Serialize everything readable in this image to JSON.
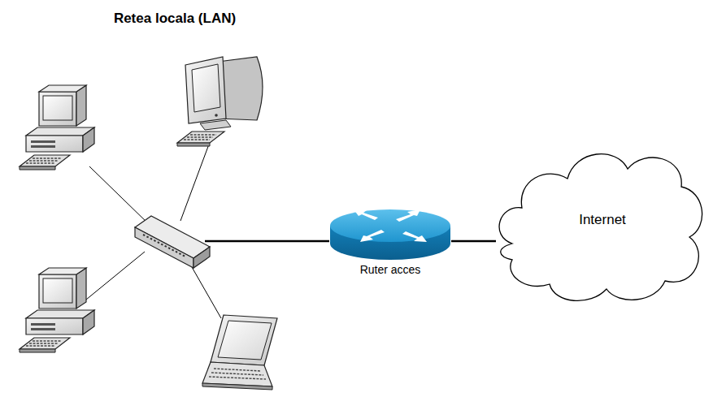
{
  "diagram": {
    "title": "Retea locala (LAN)",
    "nodes": [
      {
        "text": [
          "Ruter acces"
        ]
      },
      {
        "text": [
          "Internet"
        ]
      }
    ],
    "edges": [
      {
        "from": 0,
        "to": 1,
        "arrow": "none"
      }
    ]
  }
}
